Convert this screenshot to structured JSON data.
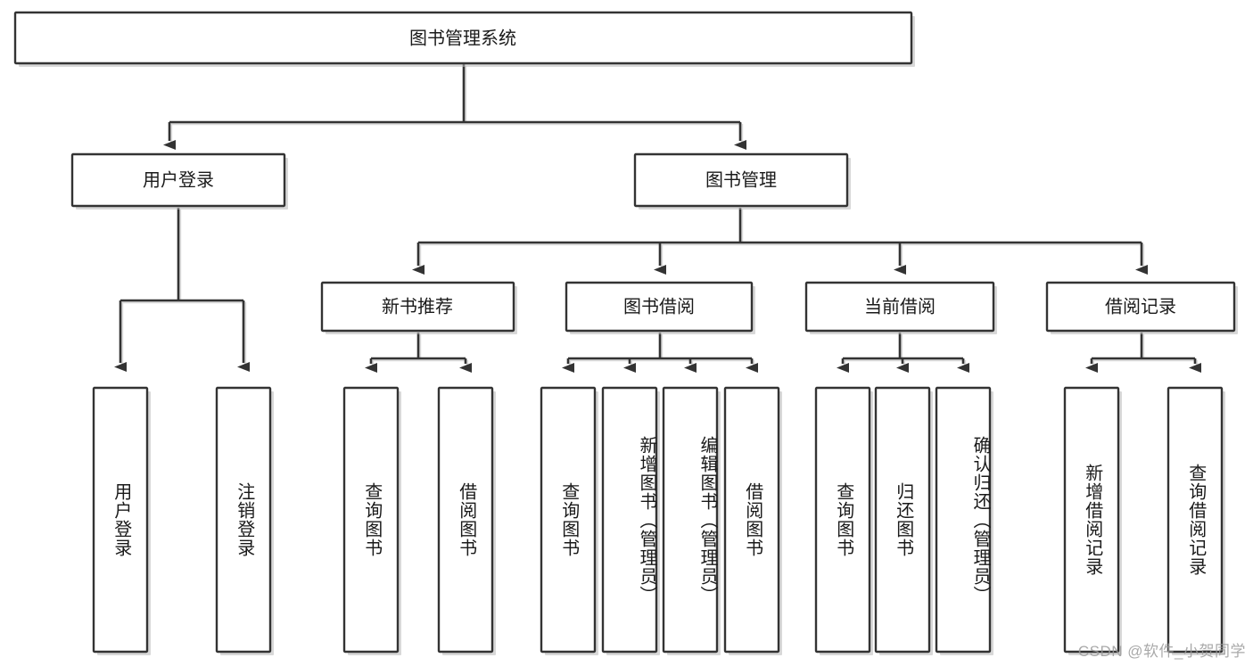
{
  "diagram": {
    "type": "hierarchy-tree",
    "title": "图书管理系统",
    "root": {
      "label": "图书管理系统"
    },
    "level1": [
      {
        "label": "用户登录"
      },
      {
        "label": "图书管理"
      }
    ],
    "level2": [
      {
        "label": "新书推荐",
        "parent": "图书管理"
      },
      {
        "label": "图书借阅",
        "parent": "图书管理"
      },
      {
        "label": "当前借阅",
        "parent": "图书管理"
      },
      {
        "label": "借阅记录",
        "parent": "图书管理"
      }
    ],
    "leaves": {
      "user_login": [
        {
          "label": "用户登录"
        },
        {
          "label": "注销登录"
        }
      ],
      "new_book_recommend": [
        {
          "label": "查询图书"
        },
        {
          "label": "借阅图书"
        }
      ],
      "book_borrow": [
        {
          "label": "查询图书"
        },
        {
          "label": "新增图书（管理员）"
        },
        {
          "label": "编辑图书（管理员）"
        },
        {
          "label": "借阅图书"
        }
      ],
      "current_borrow": [
        {
          "label": "查询图书"
        },
        {
          "label": "归还图书"
        },
        {
          "label": "确认归还（管理员）"
        }
      ],
      "borrow_record": [
        {
          "label": "新增借阅记录"
        },
        {
          "label": "查询借阅记录"
        }
      ]
    }
  },
  "watermark": {
    "text": "CSDN @软件_小贺同学"
  },
  "colors": {
    "background": "#ffffff",
    "box_border": "#333333",
    "box_fill": "#ffffff",
    "connector": "#333333",
    "text": "#1a1a1a",
    "watermark": "#9b9b9b"
  }
}
